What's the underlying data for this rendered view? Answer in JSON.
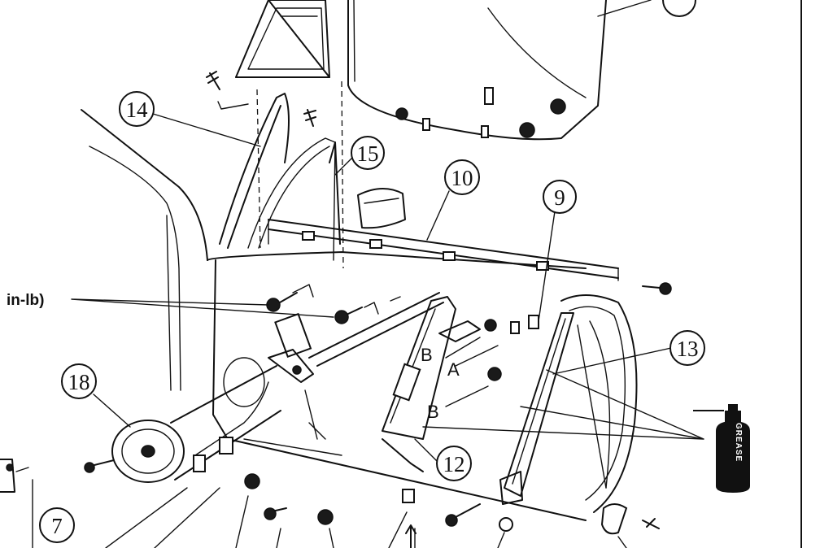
{
  "torque_label": "in-lb)",
  "callouts": [
    "14",
    "15",
    "10",
    "9",
    "13",
    "18",
    "12",
    "7"
  ],
  "letters": [
    "A",
    "B",
    "B"
  ],
  "grease_label": "GREASE"
}
